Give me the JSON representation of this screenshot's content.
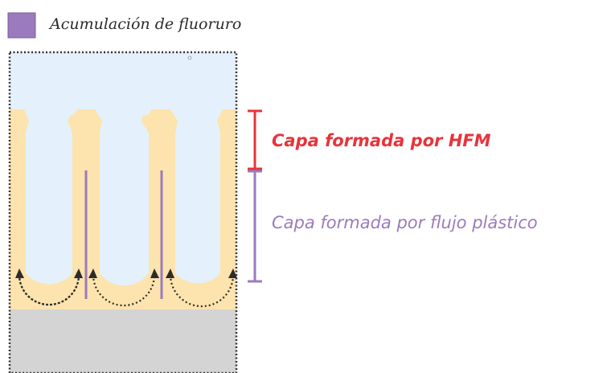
{
  "legend": {
    "label": "Acumulación de fluoruro",
    "swatch_color": "#9b7bbd"
  },
  "labels": {
    "hfm_layer": "Capa formada por HFM",
    "plastic_layer": "Capa formada por flujo plástico"
  },
  "colors": {
    "electrolyte": "#e4f1fc",
    "oxide": "#fde3ad",
    "metal": "#d4d4d4",
    "hfm_marker": "#e8333b",
    "plastic_marker": "#9b7bbd",
    "flow_arrows": "#2b2b2b"
  }
}
